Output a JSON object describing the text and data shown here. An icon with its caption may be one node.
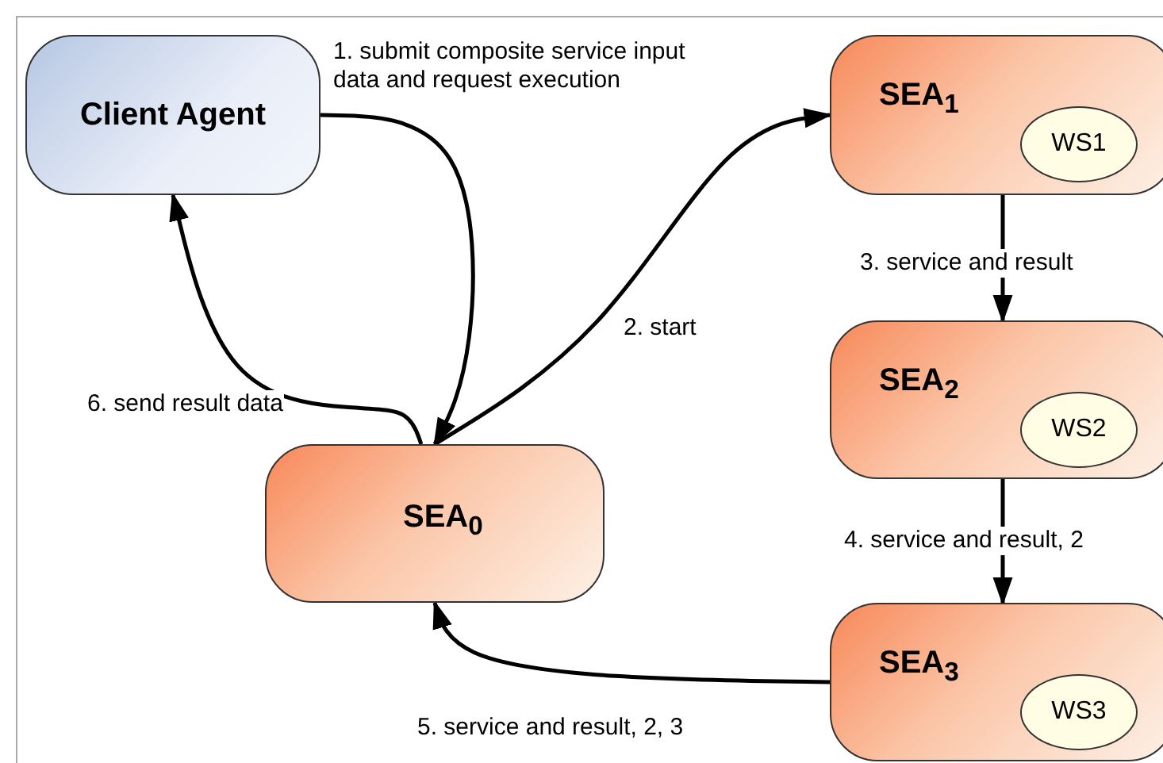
{
  "diagram": {
    "nodes": [
      {
        "text": [
          "Client Agent"
        ]
      },
      {
        "text": [
          "SEA$_{1}$"
        ]
      },
      {
        "text": [
          "WS1"
        ],
        "in": 1
      },
      {
        "text": [
          "SEA$_{2}$"
        ]
      },
      {
        "text": [
          "WS2"
        ],
        "in": 3
      },
      {
        "text": [
          "SEA$_{0}$"
        ]
      },
      {
        "text": [
          "SEA$_{3}$"
        ]
      },
      {
        "text": [
          "WS3"
        ],
        "in": 6
      }
    ],
    "edges": [
      {
        "from": 0,
        "to": 5,
        "arrow": "to",
        "label": "1. submit composite service input data and request execution"
      },
      {
        "from": 5,
        "to": 1,
        "arrow": "to",
        "label": "2. start"
      },
      {
        "from": 1,
        "to": 3,
        "arrow": "to",
        "label": "3. service and result"
      },
      {
        "from": 3,
        "to": 6,
        "arrow": "to",
        "label": "4. service and result, 2"
      },
      {
        "from": 6,
        "to": 5,
        "arrow": "to",
        "label": "5. service and result, 2, 3"
      },
      {
        "from": 5,
        "to": 0,
        "arrow": "to",
        "label": "6. send result data"
      }
    ]
  }
}
